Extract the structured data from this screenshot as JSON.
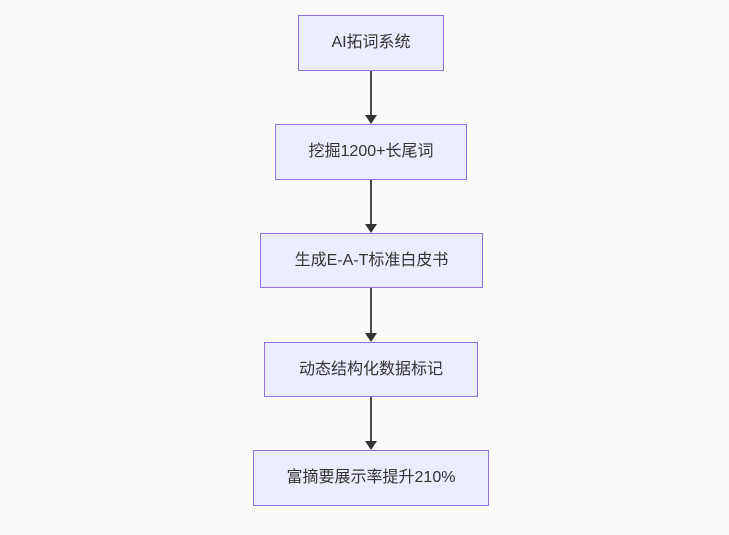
{
  "diagram": {
    "type": "flowchart",
    "direction": "top-down",
    "nodes": [
      {
        "label": "AI拓词系统"
      },
      {
        "label": "挖掘1200+长尾词"
      },
      {
        "label": "生成E-A-T标准白皮书"
      },
      {
        "label": "动态结构化数据标记"
      },
      {
        "label": "富摘要展示率提升210%"
      }
    ],
    "edges": [
      {
        "from": 0,
        "to": 1,
        "style": "arrow-down"
      },
      {
        "from": 1,
        "to": 2,
        "style": "arrow-down"
      },
      {
        "from": 2,
        "to": 3,
        "style": "arrow-down"
      },
      {
        "from": 3,
        "to": 4,
        "style": "arrow-down"
      }
    ],
    "colors": {
      "background": "#fafafa",
      "node_fill": "#ececff",
      "node_border": "#9370db",
      "node_text": "#333333",
      "edge_line": "#4d4d4d",
      "edge_arrowhead": "#333333"
    }
  }
}
